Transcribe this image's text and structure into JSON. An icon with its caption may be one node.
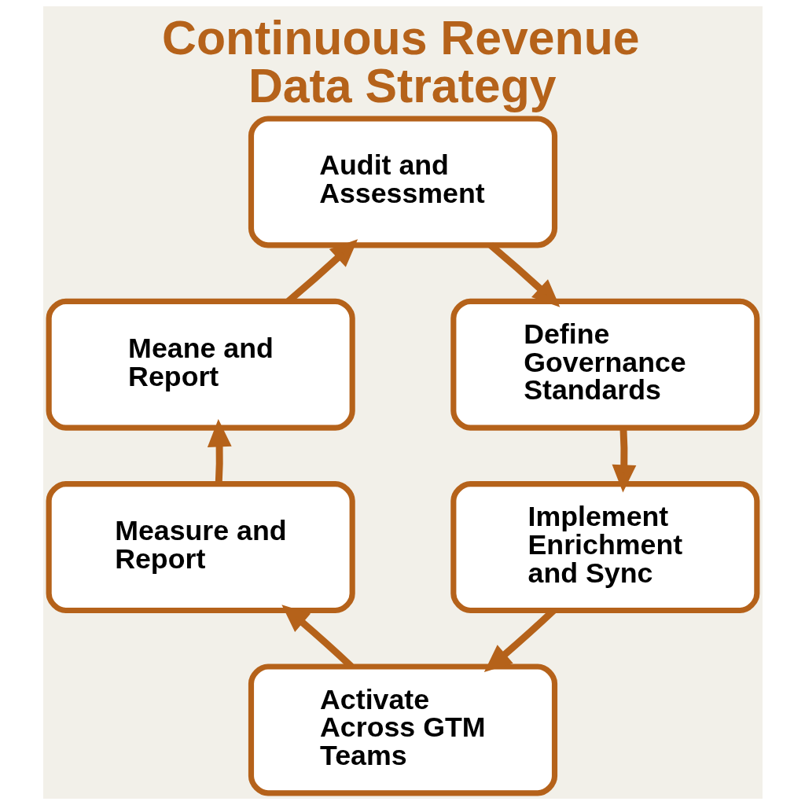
{
  "diagram": {
    "title": "Continuous Revenue Data Strategy",
    "nodes": [
      {
        "text": [
          "Audit and Assessment"
        ]
      },
      {
        "text": [
          "Define Governance Standards"
        ]
      },
      {
        "text": [
          "Implement Enrichment and Sync"
        ]
      },
      {
        "text": [
          "Activate Across GTM Teams"
        ]
      },
      {
        "text": [
          "Measure and Report"
        ]
      },
      {
        "text": [
          "Meane and Report"
        ]
      }
    ],
    "edges": [
      {
        "from": 0,
        "to": 1,
        "arrow": "to"
      },
      {
        "from": 1,
        "to": 2,
        "arrow": "to"
      },
      {
        "from": 2,
        "to": 3,
        "arrow": "to"
      },
      {
        "from": 3,
        "to": 4,
        "arrow": "to"
      },
      {
        "from": 4,
        "to": 5,
        "arrow": "to"
      },
      {
        "from": 5,
        "to": 0,
        "arrow": "to"
      }
    ]
  }
}
